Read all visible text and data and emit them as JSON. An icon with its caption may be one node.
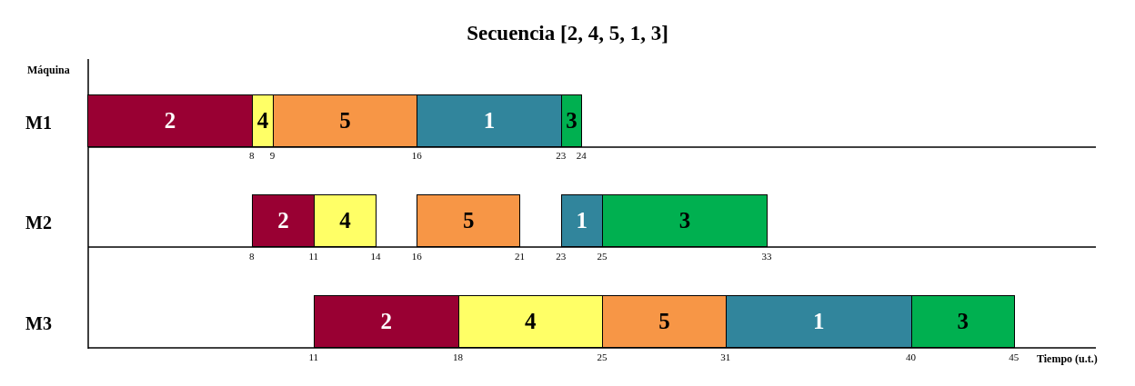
{
  "diagram": {
    "title": "Secuencia [2, 4, 5, 1, 3]",
    "nodes": [
      {
        "text": [
          "2"
        ]
      },
      {
        "text": [
          "4"
        ]
      },
      {
        "text": [
          "5"
        ]
      },
      {
        "text": [
          "1"
        ]
      },
      {
        "text": [
          "3"
        ]
      },
      {
        "text": [
          "2"
        ]
      },
      {
        "text": [
          "4"
        ]
      },
      {
        "text": [
          "5"
        ]
      },
      {
        "text": [
          "1"
        ]
      },
      {
        "text": [
          "3"
        ]
      },
      {
        "text": [
          "2"
        ]
      },
      {
        "text": [
          "4"
        ]
      },
      {
        "text": [
          "5"
        ]
      },
      {
        "text": [
          "1"
        ]
      },
      {
        "text": [
          "3"
        ]
      }
    ],
    "edges": [],
    "labels": [
      "Máquina",
      "M1",
      "8",
      "9",
      "16",
      "23",
      "24",
      "M2",
      "8",
      "11",
      "14",
      "16",
      "21",
      "23",
      "25",
      "33",
      "M3",
      "11",
      "18",
      "25",
      "31",
      "40",
      "45",
      "Tiempo (u.t.)"
    ]
  }
}
